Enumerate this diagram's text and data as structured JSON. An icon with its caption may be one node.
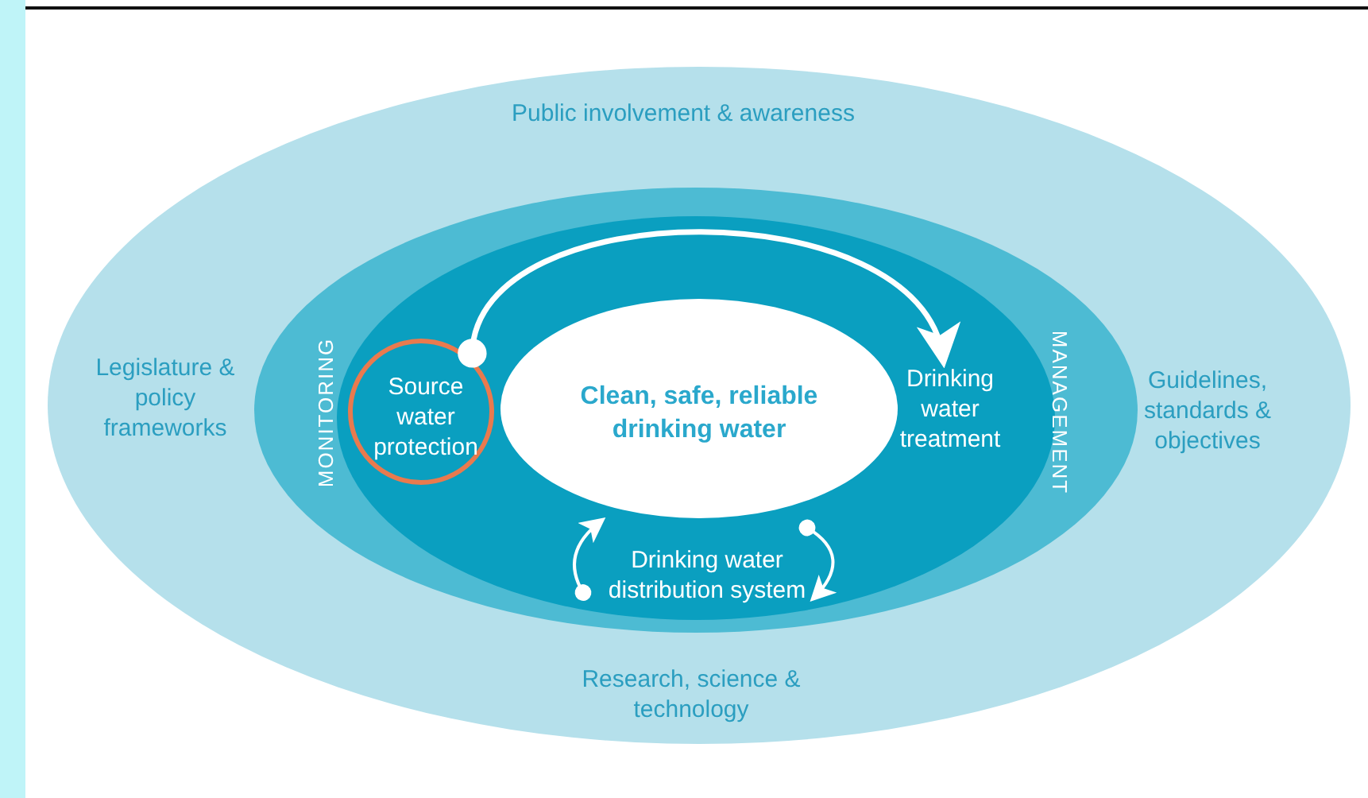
{
  "diagram": {
    "nodes": [
      {
        "text": [
          "Public involvement & awareness",
          "Legislature & policy frameworks",
          "Guidelines, standards & objectives",
          "Research, science & technology"
        ]
      },
      {
        "text": [
          "MONITORING",
          "MANAGEMENT"
        ],
        "in": 0
      },
      {
        "text": [],
        "shape": "ellipse",
        "in": 1
      },
      {
        "text": [
          "Source water protection"
        ],
        "in": 2
      },
      {
        "text": [
          "Drinking water treatment"
        ],
        "in": 2
      },
      {
        "text": [
          "Drinking water distribution system"
        ],
        "in": 2
      },
      {
        "text": [
          "Clean, safe, reliable drinking water"
        ],
        "in": 2
      }
    ],
    "edges": [
      {
        "from": 3,
        "to": 4,
        "arrow": "to"
      },
      {
        "from": 5,
        "to": null,
        "arrow": "to"
      },
      {
        "from": null,
        "to": 5,
        "arrow": "to"
      }
    ]
  }
}
